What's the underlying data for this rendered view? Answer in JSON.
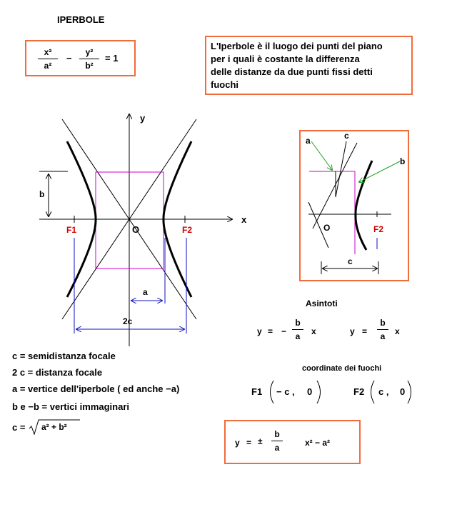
{
  "title": "IPERBOLE",
  "equation": {
    "num1": "x²",
    "den1": "a²",
    "minus": "−",
    "num2": "y²",
    "den2": "b²",
    "rhs": "= 1"
  },
  "definition": {
    "line1": "L'Iperbole è il luogo dei punti del piano",
    "line2": "per i quali è costante la differenza",
    "line3": "delle distanze da due punti fissi detti",
    "line4": "fuochi"
  },
  "main_graph": {
    "y_axis": "y",
    "x_axis": "x",
    "origin": "O",
    "f1": "F1",
    "f2": "F2",
    "b": "b",
    "a": "a",
    "two_c": "2c"
  },
  "inset_graph": {
    "a": "a",
    "b": "b",
    "c_top": "c",
    "origin": "O",
    "f2": "F2",
    "c_bottom": "c"
  },
  "asymptotes": {
    "title": "Asintoti",
    "eq1": {
      "y": "y",
      "eq": "=",
      "sign": "−",
      "num": "b",
      "den": "a",
      "x": "x"
    },
    "eq2": {
      "y": "y",
      "eq": "=",
      "num": "b",
      "den": "a",
      "x": "x"
    }
  },
  "foci": {
    "title": "coordinate dei fuochi",
    "f1": {
      "name": "F1",
      "c": "− c ,",
      "zero": "0"
    },
    "f2": {
      "name": "F2",
      "c": "c ,",
      "zero": "0"
    }
  },
  "definitions": {
    "line1": "c = semidistanza focale",
    "line2": "2 c = distanza focale",
    "line3": "a = vertice dell'iperbole ( ed anche  −a)",
    "line4": "b e −b = vertici immaginari",
    "c_prefix": "c =",
    "c_radicand": "a² + b²"
  },
  "branch_formula": {
    "y": "y",
    "eq": "=",
    "pm": "±",
    "num": "b",
    "den": "a",
    "radicand": "x² − a²"
  },
  "colors": {
    "accent": "#f26b3a",
    "magenta": "#cc00cc",
    "blue": "#1010c0",
    "red": "#d00000",
    "green": "#1aa01a"
  }
}
